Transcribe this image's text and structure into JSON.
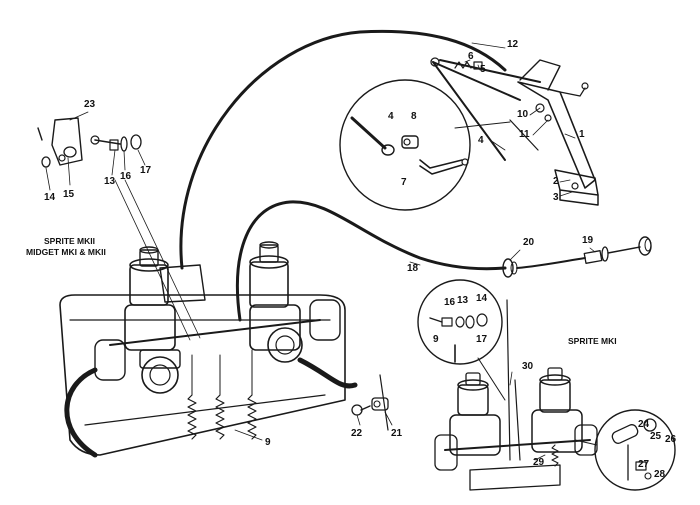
{
  "captions": {
    "sprite_mkii_line1": "SPRITE MKII",
    "sprite_mkii_line2": "MIDGET MKI & MKII",
    "sprite_mki": "SPRITE MKI"
  },
  "callouts": {
    "c1": "1",
    "c2": "2",
    "c3": "3",
    "c4a": "4",
    "c4b": "4",
    "c5": "5",
    "c6": "6",
    "c7": "7",
    "c8": "8",
    "c9a": "9",
    "c9b": "9",
    "c10": "10",
    "c11": "11",
    "c12": "12",
    "c13a": "13",
    "c13b": "13",
    "c14a": "14",
    "c14b": "14",
    "c15": "15",
    "c16a": "16",
    "c16b": "16",
    "c17a": "17",
    "c17b": "17",
    "c18": "18",
    "c19": "19",
    "c20": "20",
    "c21": "21",
    "c22": "22",
    "c23": "23",
    "c24": "24",
    "c25": "25",
    "c26": "26",
    "c27": "27",
    "c28": "28",
    "c29": "29",
    "c30": "30"
  }
}
